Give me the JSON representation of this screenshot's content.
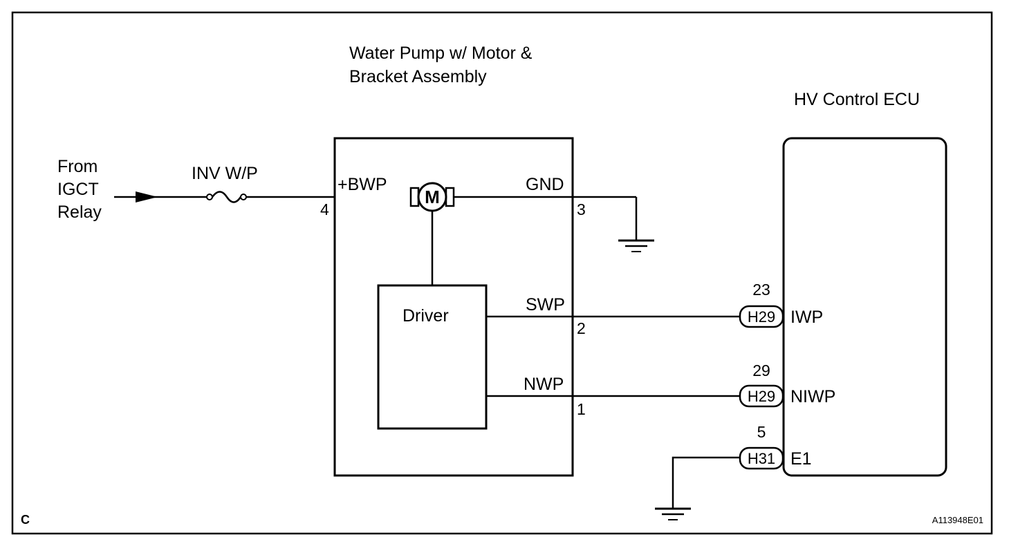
{
  "pump": {
    "title_line1": "Water Pump w/ Motor &",
    "title_line2": "Bracket Assembly",
    "driver_label": "Driver",
    "motor_symbol": "M",
    "terminals": [
      {
        "signal": "+BWP",
        "pin": "4"
      },
      {
        "signal": "GND",
        "pin": "3"
      },
      {
        "signal": "SWP",
        "pin": "2"
      },
      {
        "signal": "NWP",
        "pin": "1"
      }
    ]
  },
  "source": {
    "line1": "From",
    "line2": "IGCT",
    "line3": "Relay"
  },
  "fuse": {
    "label": "INV W/P"
  },
  "ecu": {
    "title": "HV Control ECU",
    "connections": [
      {
        "pin": "23",
        "connector": "H29",
        "signal": "IWP"
      },
      {
        "pin": "29",
        "connector": "H29",
        "signal": "NIWP"
      },
      {
        "pin": "5",
        "connector": "H31",
        "signal": "E1"
      }
    ]
  },
  "footer": {
    "corner_letter": "C",
    "figure_code": "A113948E01"
  }
}
